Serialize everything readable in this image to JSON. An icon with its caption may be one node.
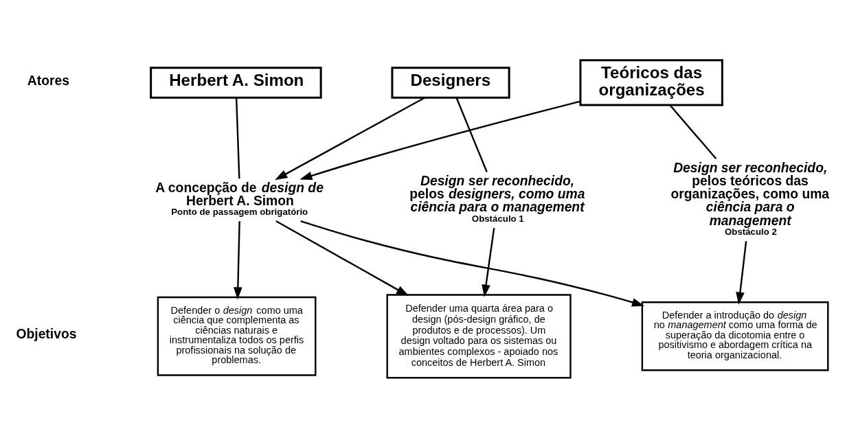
{
  "diagram": {
    "nodes": [
      {
        "text": [
          "Herbert A. Simon"
        ]
      },
      {
        "text": [
          "Designers"
        ]
      },
      {
        "text": [
          "Teóricos das organizações"
        ]
      },
      {
        "text": [
          "A concepção de *design de* Herbert A. Simon",
          "Ponto de passagem obrigatório"
        ]
      },
      {
        "text": [
          "*Design ser reconhecido,* pelos *designers, como uma ciência para o management*",
          "Obstáculo 1"
        ]
      },
      {
        "text": [
          "*Design ser reconhecido,* pelos teóricos das organizações, como uma *ciência para o management*",
          "Obstáculo 2"
        ]
      },
      {
        "text": [
          "Defender o *design* como uma ciência que complementa as ciências naturais e instrumentaliza todos os perfis profissionais na solução de problemas."
        ]
      },
      {
        "text": [
          "Defender uma quarta área para o design (pós-design gráfico, de produtos e de processos). Um design voltado para os sistemas ou ambientes complexos - apoiado nos conceitos de Herbert A. Simon"
        ]
      },
      {
        "text": [
          "Defender a introdução do *design* no *management* como uma forma de superação da dicotomia entre o positivismo e abordagem crítica na teoria organizacional."
        ]
      }
    ],
    "edges": [
      {
        "from": 0,
        "to": 3,
        "arrow": "none"
      },
      {
        "from": 1,
        "to": 3,
        "arrow": "to"
      },
      {
        "from": 2,
        "to": 3,
        "arrow": "to"
      },
      {
        "from": 1,
        "to": 4,
        "arrow": "none"
      },
      {
        "from": 2,
        "to": 5,
        "arrow": "none"
      },
      {
        "from": 3,
        "to": 6,
        "arrow": "to"
      },
      {
        "from": 3,
        "to": 7,
        "arrow": "to"
      },
      {
        "from": 3,
        "to": 8,
        "arrow": "to"
      },
      {
        "from": 4,
        "to": 7,
        "arrow": "to"
      },
      {
        "from": 5,
        "to": 8,
        "arrow": "to"
      }
    ],
    "labels": [
      "Atores",
      "Objetivos"
    ]
  }
}
